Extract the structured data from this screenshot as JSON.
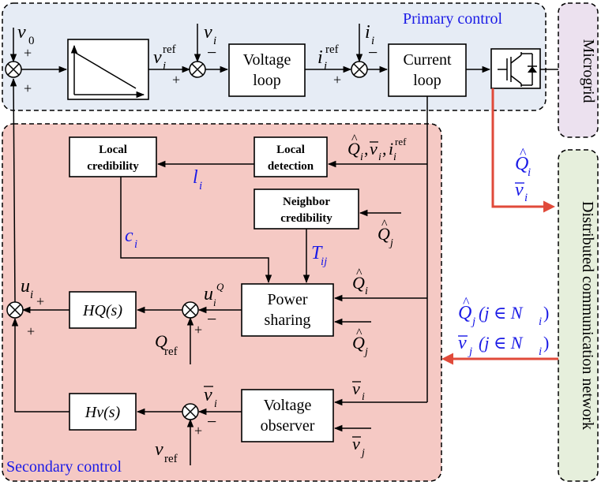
{
  "regions": {
    "primary": "Primary control",
    "secondary": "Secondary control",
    "microgrid": "Microgrid",
    "network": "Distributed communication network"
  },
  "blocks": {
    "voltage_loop": [
      "Voltage",
      "loop"
    ],
    "current_loop": [
      "Current",
      "loop"
    ],
    "local_credibility": [
      "Local",
      "credibility"
    ],
    "local_detection": [
      "Local",
      "detection"
    ],
    "neighbor_credibility": [
      "Neighbor",
      "credibility"
    ],
    "power_sharing": [
      "Power",
      "sharing"
    ],
    "voltage_observer": [
      "Voltage",
      "observer"
    ],
    "hq": "HQ(s)",
    "hv": "Hv(s)"
  },
  "signals": {
    "v0": "v",
    "v0_sub": "0",
    "vi": "v",
    "vi_sub": "i",
    "ii": "i",
    "ii_sub": "i",
    "ref": "ref",
    "li": "l",
    "ci": "c",
    "tij": "T",
    "tij_sub": "ij",
    "ui": "u",
    "uiq_sup": "Q",
    "qref": "Q",
    "vref": "v",
    "q": "Q",
    "v": "v",
    "j": "j",
    "in_ni": "(j ∈ N",
    "close": ")"
  },
  "signs": {
    "plus": "+",
    "minus": "−"
  },
  "colors": {
    "primary_bg": "#e6ecf5",
    "secondary_bg": "#f5c9c4",
    "microgrid_bg": "#ece1ef",
    "network_bg": "#e6efdc",
    "accent_blue": "#1a1ae6",
    "arrow_red": "#e04a3a"
  }
}
